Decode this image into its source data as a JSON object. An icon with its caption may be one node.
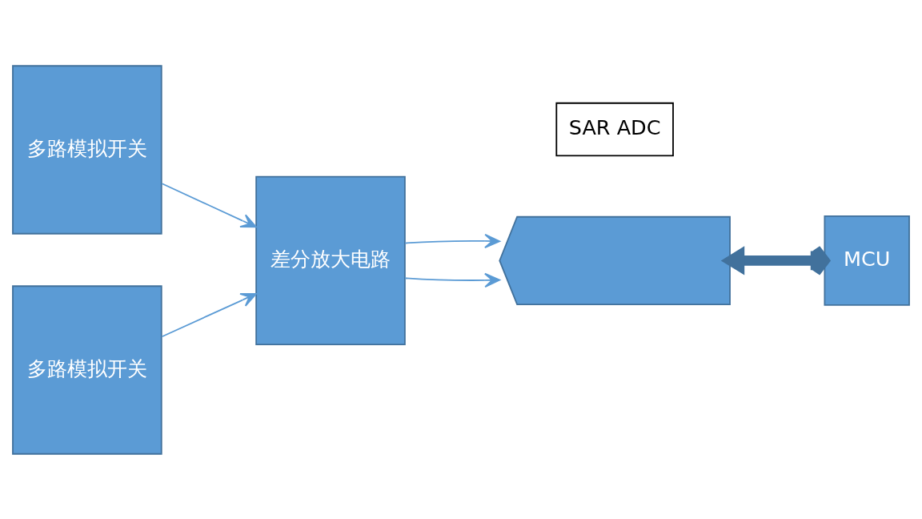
{
  "diagram": {
    "nodes": [
      {
        "text": [
          "多路模拟开关"
        ]
      },
      {
        "text": [
          "多路模拟开关"
        ]
      },
      {
        "text": [
          "差分放大电路"
        ]
      },
      {
        "text": [
          "SAR ADC"
        ]
      },
      {
        "text": [],
        "shape": "pentagon"
      },
      {
        "text": [
          "MCU"
        ]
      }
    ],
    "edges": [
      {
        "from": 0,
        "to": 2,
        "arrow": "to"
      },
      {
        "from": 1,
        "to": 2,
        "arrow": "to"
      },
      {
        "from": 2,
        "to": 4,
        "arrow": "to"
      },
      {
        "from": 2,
        "to": 4,
        "arrow": "to"
      },
      {
        "from": 4,
        "to": 5,
        "arrow": "both",
        "style": "thick"
      }
    ]
  }
}
